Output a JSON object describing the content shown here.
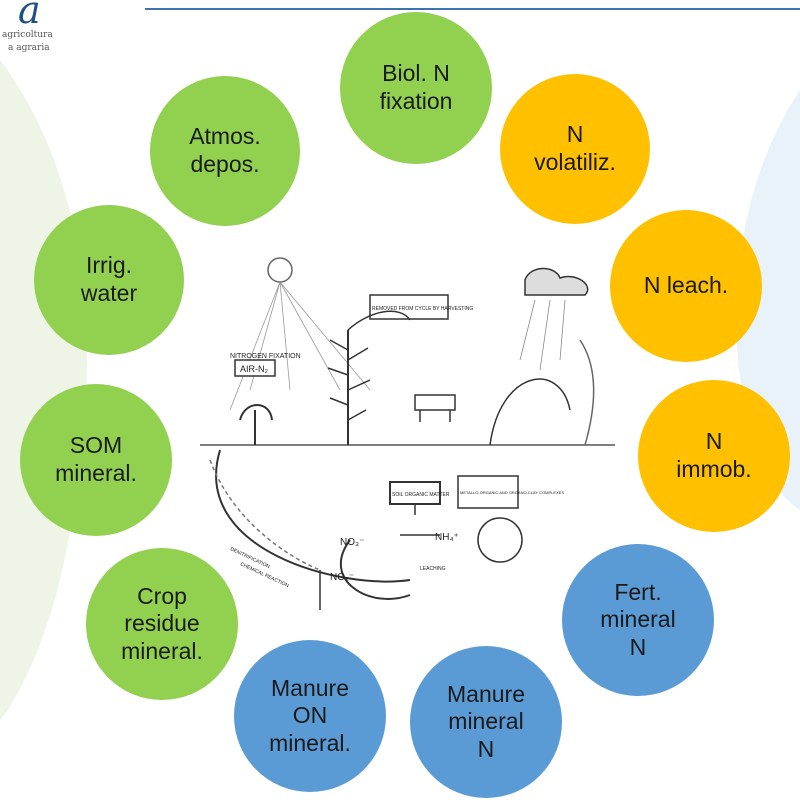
{
  "logo": {
    "mark": "a",
    "line1": "agricoltura",
    "line2": "a agraria"
  },
  "colors": {
    "green": "#92d050",
    "orange": "#ffc000",
    "blue": "#5b9bd5",
    "rule": "#3f73b0"
  },
  "bubbles": [
    {
      "id": "biol-n-fixation",
      "label": "Biol. N\nfixation",
      "color": "green"
    },
    {
      "id": "n-volatiliz",
      "label": "N\nvolatiliz.",
      "color": "orange"
    },
    {
      "id": "n-leach",
      "label": "N leach.",
      "color": "orange"
    },
    {
      "id": "n-immob",
      "label": "N\nimmob.",
      "color": "orange"
    },
    {
      "id": "fert-mineral-n",
      "label": "Fert.\nmineral\nN",
      "color": "blue"
    },
    {
      "id": "manure-mineral-n",
      "label": "Manure\nmineral\nN",
      "color": "blue"
    },
    {
      "id": "manure-on-mineral",
      "label": "Manure\nON\nmineral.",
      "color": "blue"
    },
    {
      "id": "crop-residue-mineral",
      "label": "Crop\nresidue\nmineral.",
      "color": "green"
    },
    {
      "id": "som-mineral",
      "label": "SOM\nmineral.",
      "color": "green"
    },
    {
      "id": "irrig-water",
      "label": "Irrig.\nwater",
      "color": "green"
    },
    {
      "id": "atmos-depos",
      "label": "Atmos.\ndepos.",
      "color": "green"
    }
  ],
  "center_diagram": {
    "labels": {
      "nitrogen_fixation": "NITROGEN FIXATION",
      "air_n2": "AIR-N₂",
      "removed": "REMOVED FROM CYCLE BY HARVESTING",
      "soil_om": "SOIL ORGANIC MATTER",
      "metallo": "METALLO-ORGANIC AND ORGANO-CLAY COMPLEXES",
      "no3": "NO₃⁻",
      "nh4": "NH₄⁺",
      "no2": "NO₂⁻",
      "denitrification": "DENITRIFICATION",
      "chemical_reaction": "CHEMICAL REACTION",
      "leaching": "LEACHING"
    }
  }
}
